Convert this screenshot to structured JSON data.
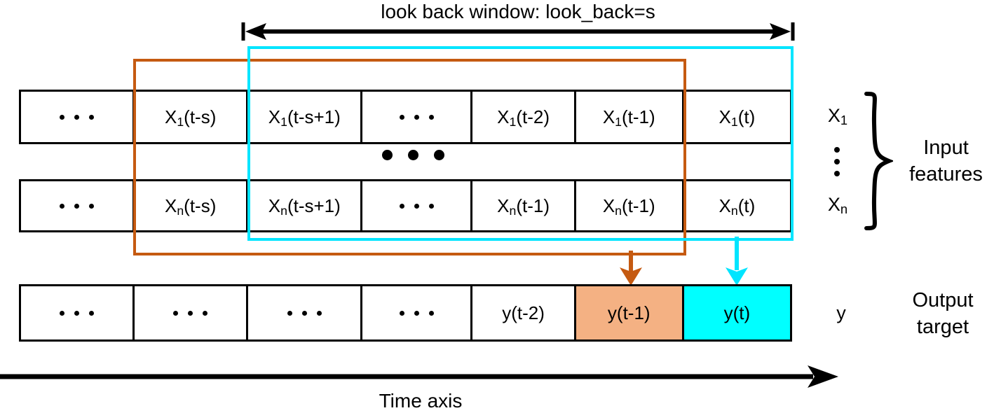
{
  "header": {
    "lookback_label": "look back window: look_back=s",
    "span_arrow_icon": "double-headed-arrow-icon"
  },
  "colors": {
    "orange": "#C55A11",
    "cyan": "#00FFFF",
    "peach": "#F4B183",
    "outline": "#000000"
  },
  "feature_rows": [
    {
      "name": "X1",
      "cells": [
        {
          "text": "",
          "ellipsis": true
        },
        {
          "text": "X₁(t-s)",
          "base": "X",
          "sub": "1",
          "rest": "(t-s)"
        },
        {
          "text": "X₁(t-s+1)",
          "base": "X",
          "sub": "1",
          "rest": "(t-s+1)"
        },
        {
          "text": "",
          "ellipsis": true
        },
        {
          "text": "X₁(t-2)",
          "base": "X",
          "sub": "1",
          "rest": "(t-2)"
        },
        {
          "text": "X₁(t-1)",
          "base": "X",
          "sub": "1",
          "rest": "(t-1)"
        },
        {
          "text": "X₁(t)",
          "base": "X",
          "sub": "1",
          "rest": "(t)"
        }
      ]
    },
    {
      "name": "Xn",
      "cells": [
        {
          "text": "",
          "ellipsis": true
        },
        {
          "text": "Xn(t-s)",
          "base": "X",
          "sub": "n",
          "rest": "(t-s)"
        },
        {
          "text": "Xn(t-s+1)",
          "base": "X",
          "sub": "n",
          "rest": "(t-s+1)"
        },
        {
          "text": "",
          "ellipsis": true
        },
        {
          "text": "Xn(t-1)",
          "base": "X",
          "sub": "n",
          "rest": "(t-1)"
        },
        {
          "text": "Xn(t-1)",
          "base": "X",
          "sub": "n",
          "rest": "(t-1)"
        },
        {
          "text": "Xn(t)",
          "base": "X",
          "sub": "n",
          "rest": "(t)"
        }
      ]
    }
  ],
  "output_row": {
    "cells": [
      {
        "text": "",
        "ellipsis": true,
        "fill": "none"
      },
      {
        "text": "",
        "ellipsis": true,
        "fill": "none"
      },
      {
        "text": "",
        "ellipsis": true,
        "fill": "none"
      },
      {
        "text": "",
        "ellipsis": true,
        "fill": "none"
      },
      {
        "text": "y(t-2)",
        "ellipsis": false,
        "fill": "none"
      },
      {
        "text": "y(t-1)",
        "ellipsis": false,
        "fill": "peach"
      },
      {
        "text": "y(t)",
        "ellipsis": false,
        "fill": "cyan"
      }
    ]
  },
  "side_labels": {
    "x_first": "X",
    "x_first_sub": "1",
    "x_last": "X",
    "x_last_sub": "n",
    "input_group": "Input\nfeatures",
    "input_group_line1": "Input",
    "input_group_line2": "features",
    "output_symbol": "y",
    "output_group_line1": "Output",
    "output_group_line2": "target",
    "brace_icon": "curly-brace-icon",
    "vertical-ellipsis-icon": "vertical-ellipsis-icon"
  },
  "connectors": [
    {
      "name": "orange-window-to-y-t-minus-1",
      "color": "#C55A11",
      "icon": "down-arrow-icon"
    },
    {
      "name": "cyan-window-to-y-t",
      "color": "#00E5FF",
      "icon": "down-arrow-icon"
    }
  ],
  "time_axis": {
    "label": "Time axis",
    "arrow_icon": "right-arrow-icon"
  }
}
